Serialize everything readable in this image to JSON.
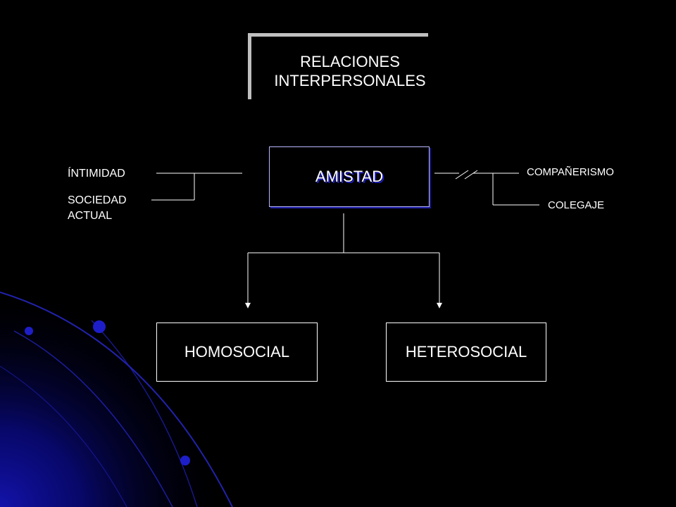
{
  "title": "RELACIONES INTERPERSONALES",
  "center_node": "AMISTAD",
  "left_labels": {
    "intimidad": "ÍNTIMIDAD",
    "sociedad": "SOCIEDAD ACTUAL"
  },
  "right_labels": {
    "companerismo": "COMPAÑERISMO",
    "colegaje": "COLEGAJE"
  },
  "bottom_nodes": {
    "homosocial": "HOMOSOCIAL",
    "heterosocial": "HETEROSOCIAL"
  },
  "colors": {
    "background": "#000000",
    "accent_blue": "#1e1ec8",
    "text": "#ffffff"
  }
}
